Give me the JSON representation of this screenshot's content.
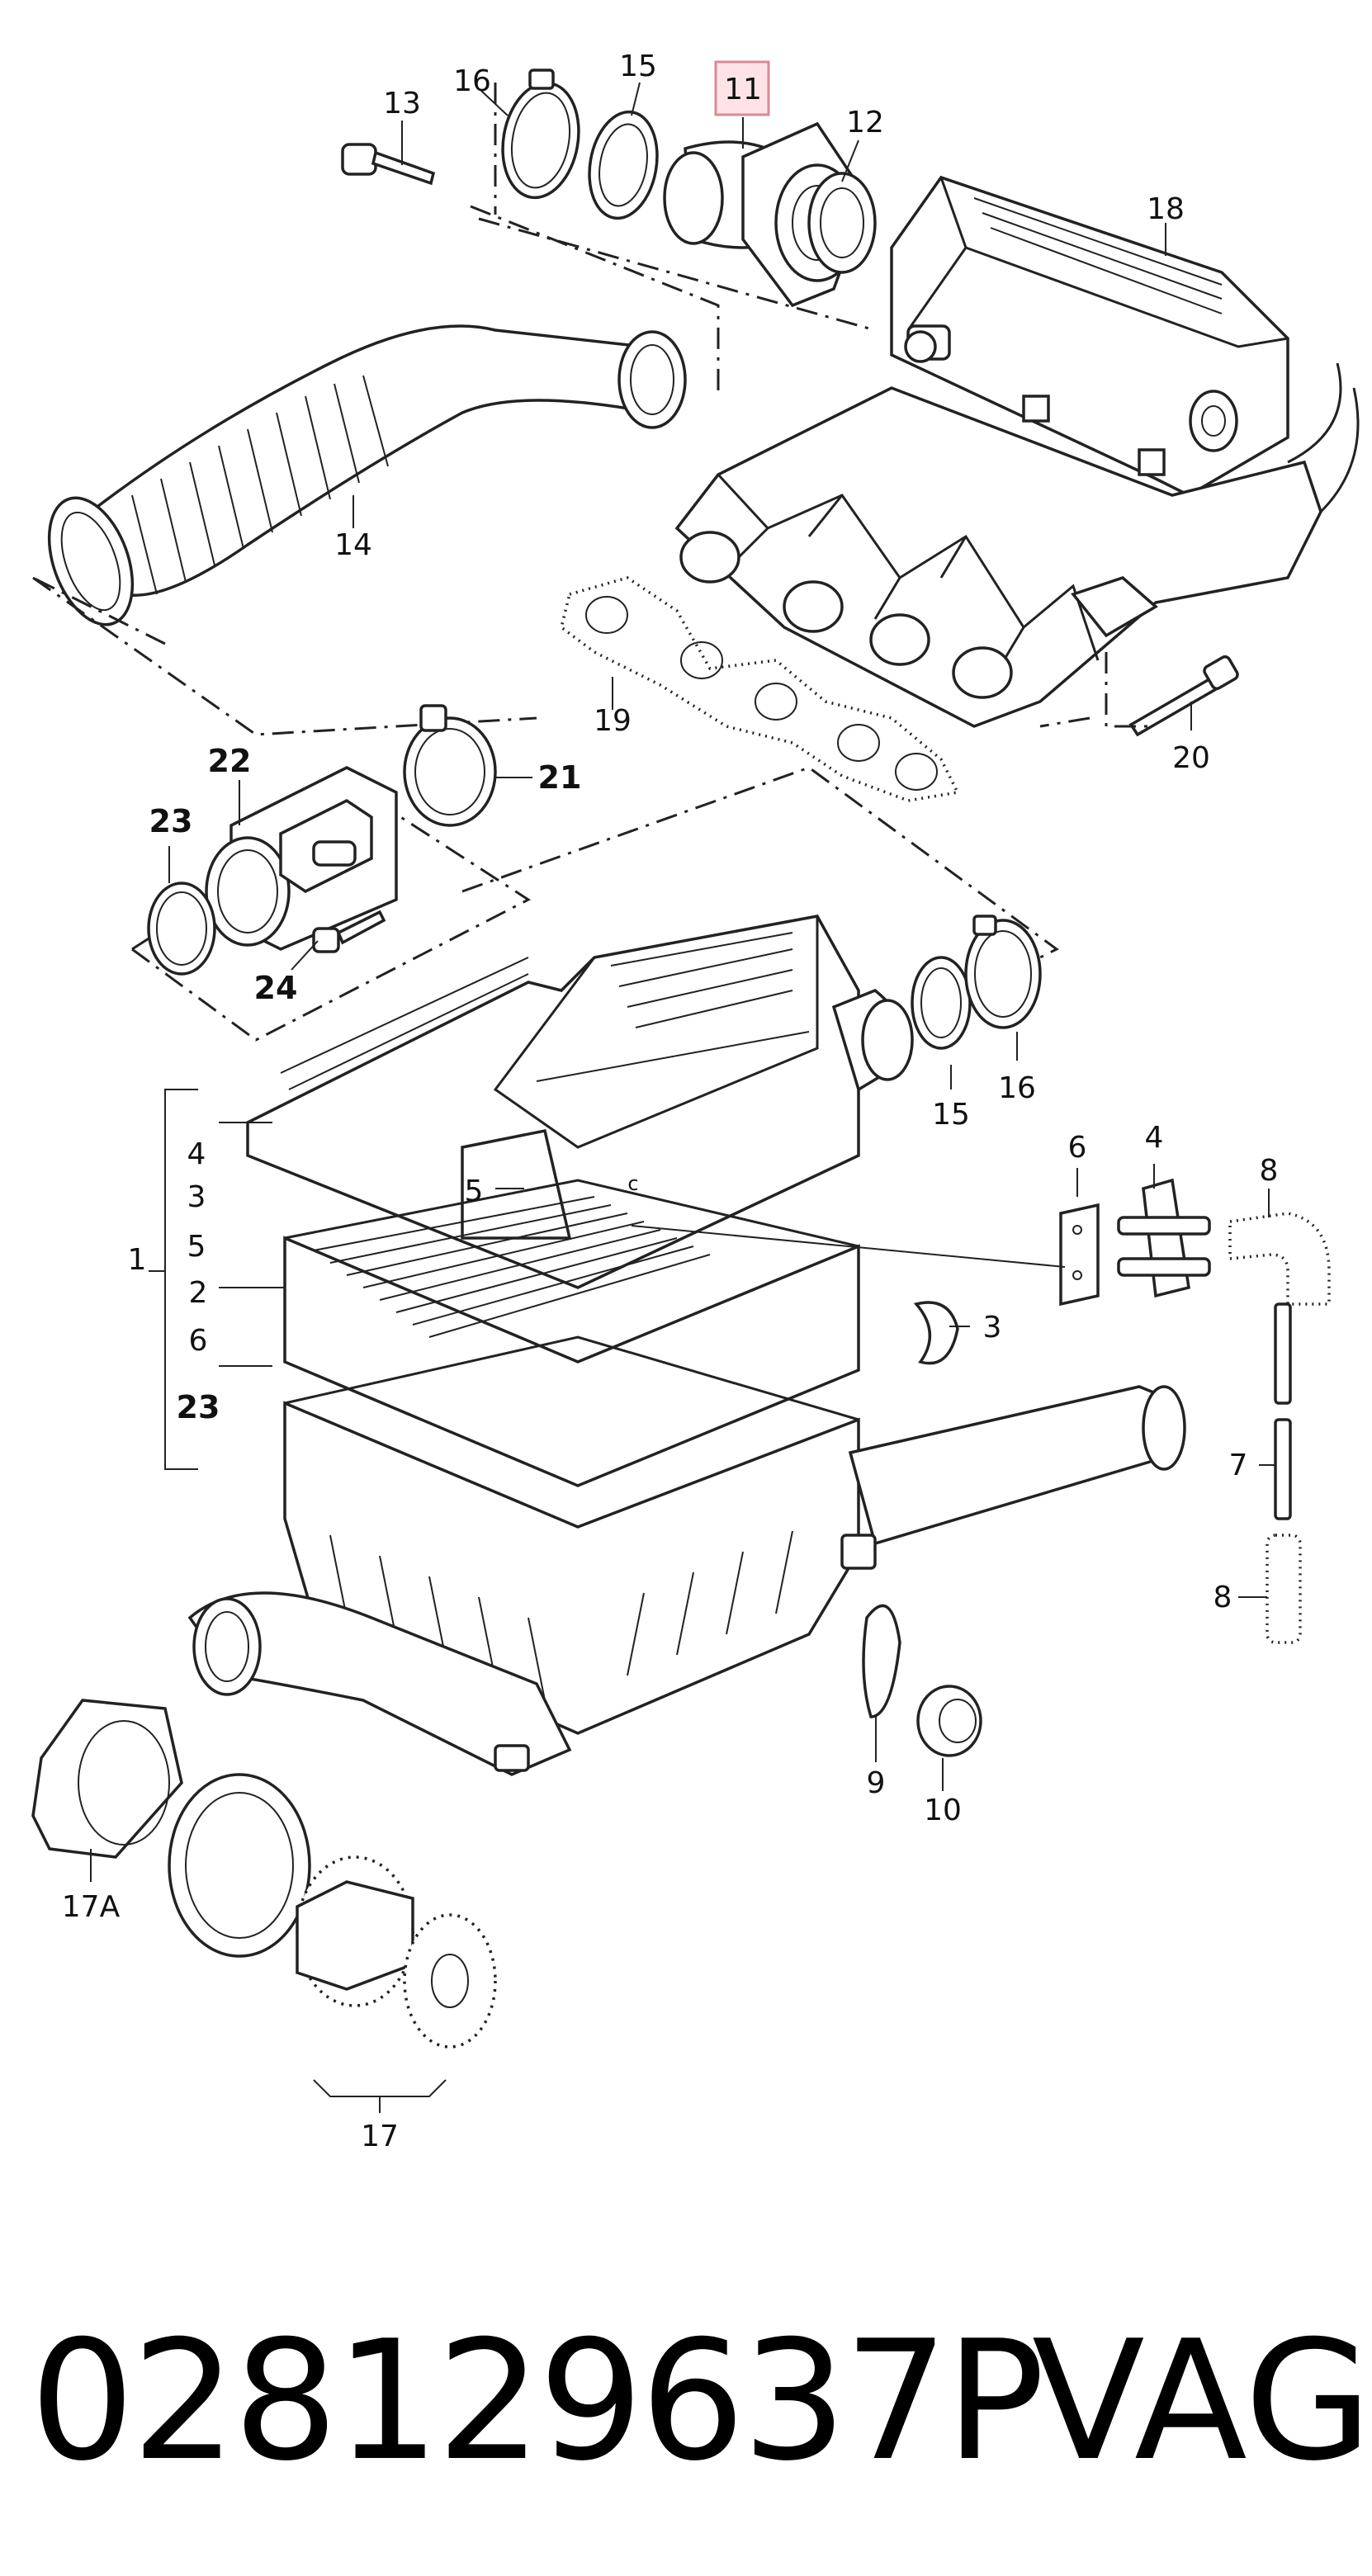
{
  "diagram": {
    "highlighted_part": "11",
    "callouts": [
      {
        "id": "c13",
        "text": "13"
      },
      {
        "id": "c16a",
        "text": "16"
      },
      {
        "id": "c15a",
        "text": "15"
      },
      {
        "id": "c11",
        "text": "11"
      },
      {
        "id": "c12",
        "text": "12"
      },
      {
        "id": "c18",
        "text": "18"
      },
      {
        "id": "c14",
        "text": "14"
      },
      {
        "id": "c19",
        "text": "19"
      },
      {
        "id": "c20",
        "text": "20"
      },
      {
        "id": "c22",
        "text": "22"
      },
      {
        "id": "c21",
        "text": "21"
      },
      {
        "id": "c23a",
        "text": "23"
      },
      {
        "id": "c24",
        "text": "24"
      },
      {
        "id": "c15b",
        "text": "15"
      },
      {
        "id": "c16b",
        "text": "16"
      },
      {
        "id": "c4a",
        "text": "4"
      },
      {
        "id": "c3a",
        "text": "3"
      },
      {
        "id": "c5a",
        "text": "5"
      },
      {
        "id": "c2",
        "text": "2"
      },
      {
        "id": "c6a",
        "text": "6"
      },
      {
        "id": "c23b",
        "text": "23"
      },
      {
        "id": "c1",
        "text": "1"
      },
      {
        "id": "c5b",
        "text": "5"
      },
      {
        "id": "cc",
        "text": "c"
      },
      {
        "id": "c6b",
        "text": "6"
      },
      {
        "id": "c4b",
        "text": "4"
      },
      {
        "id": "c8a",
        "text": "8"
      },
      {
        "id": "c3b",
        "text": "3"
      },
      {
        "id": "c7",
        "text": "7"
      },
      {
        "id": "c8b",
        "text": "8"
      },
      {
        "id": "c9",
        "text": "9"
      },
      {
        "id": "c10",
        "text": "10"
      },
      {
        "id": "c17a",
        "text": "17A"
      },
      {
        "id": "c17",
        "text": "17"
      }
    ]
  },
  "footer": {
    "part_number": "028129637P",
    "brand": "VAG"
  }
}
